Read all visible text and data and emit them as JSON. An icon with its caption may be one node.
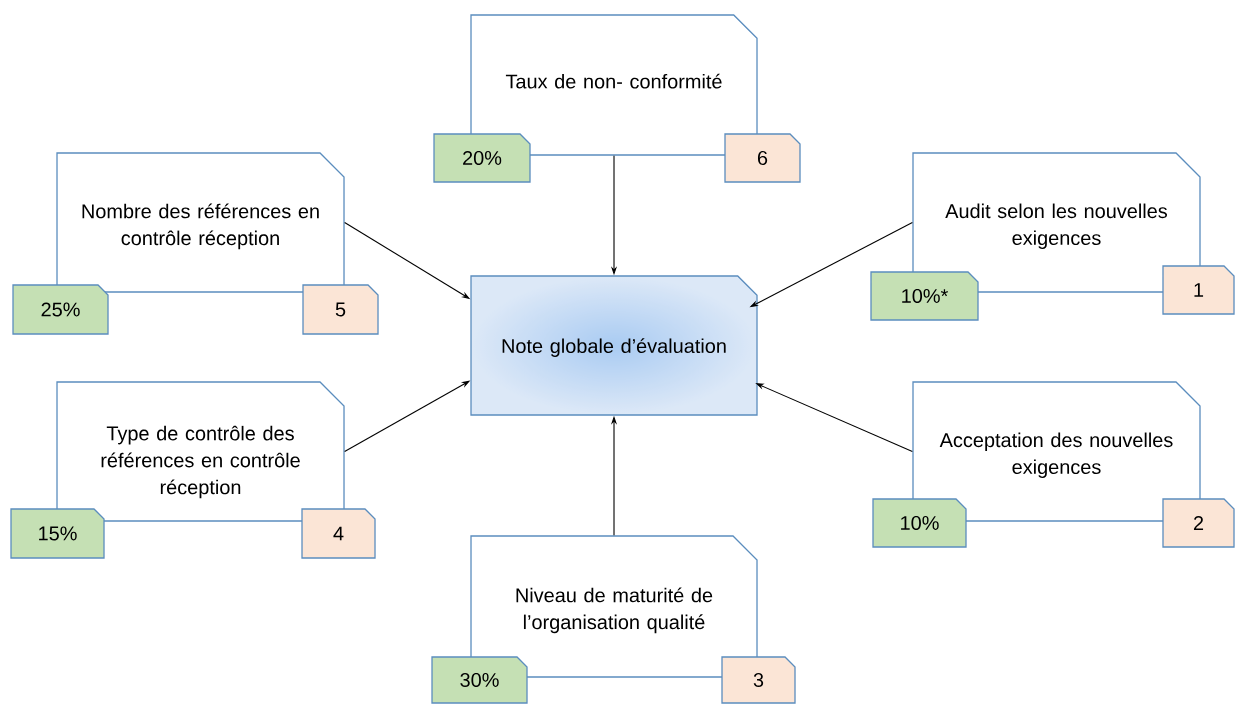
{
  "diagram": {
    "nodes": [
      {
        "text": [
          "Taux de non- conformité"
        ]
      },
      {
        "text": [
          "20%"
        ]
      },
      {
        "text": [
          "6"
        ]
      },
      {
        "text": [
          "Nombre des références en contrôle réception"
        ]
      },
      {
        "text": [
          "25%"
        ]
      },
      {
        "text": [
          "5"
        ]
      },
      {
        "text": [
          "Audit selon les nouvelles exigences"
        ]
      },
      {
        "text": [
          "10%*"
        ]
      },
      {
        "text": [
          "1"
        ]
      },
      {
        "text": [
          "Note globale d’évaluation"
        ]
      },
      {
        "text": [
          "Type de contrôle des références en contrôle réception"
        ]
      },
      {
        "text": [
          "15%"
        ]
      },
      {
        "text": [
          "4"
        ]
      },
      {
        "text": [
          "Acceptation des nouvelles exigences"
        ]
      },
      {
        "text": [
          "10%"
        ]
      },
      {
        "text": [
          "2"
        ]
      },
      {
        "text": [
          "Niveau de maturité de l’organisation qualité"
        ]
      },
      {
        "text": [
          "30%"
        ]
      },
      {
        "text": [
          "3"
        ]
      }
    ],
    "edges": [
      {
        "from": 0,
        "to": 9,
        "arrow": "to"
      },
      {
        "from": 3,
        "to": 9,
        "arrow": "to"
      },
      {
        "from": 6,
        "to": 9,
        "arrow": "to"
      },
      {
        "from": 10,
        "to": 9,
        "arrow": "to"
      },
      {
        "from": 13,
        "to": 9,
        "arrow": "to"
      },
      {
        "from": 16,
        "to": 9,
        "arrow": "to"
      }
    ]
  }
}
